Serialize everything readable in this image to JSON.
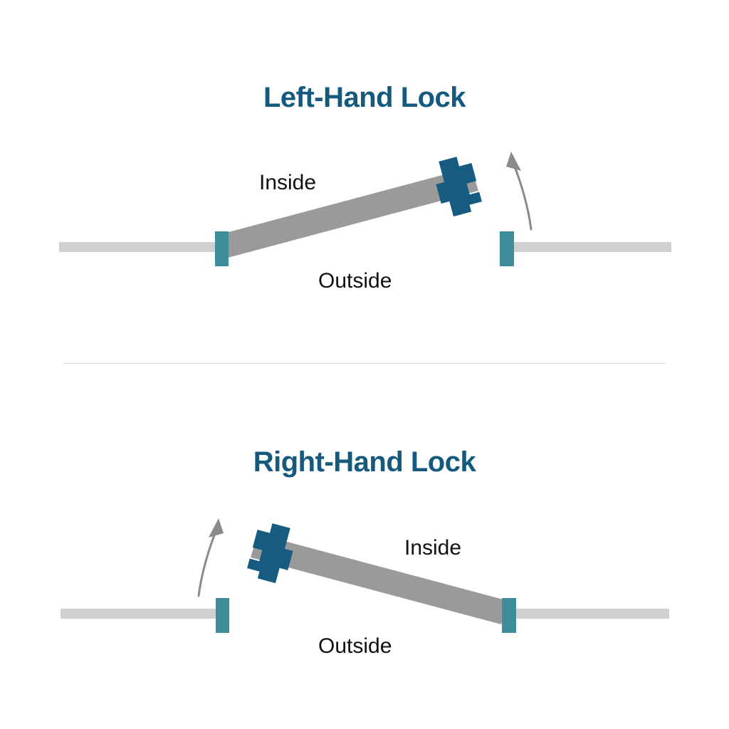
{
  "figure": {
    "kind": "door-handing-diagram",
    "colors": {
      "title": "#15597E",
      "lock_body": "#155C80",
      "door_slab": "#9A9A9A",
      "wall": "#D0D0D0",
      "jamb_post": "#3C8C9C",
      "arrow": "#8A8A8A",
      "label_text": "#111111",
      "divider": "#D5D5D5",
      "background": "#FFFFFF"
    },
    "divider_label": "section-divider"
  },
  "panels": [
    {
      "id": "left-hand-lock",
      "title": "Left-Hand Lock",
      "labels": {
        "inside": "Inside",
        "outside": "Outside"
      },
      "icons": {
        "lock": "lock-body-icon",
        "door": "door-slab-icon",
        "wall_left": "wall-segment-left-icon",
        "wall_right": "wall-segment-right-icon",
        "post_hinge": "hinge-post-icon",
        "post_strike": "strike-post-icon",
        "swing": "swing-direction-arrow-icon"
      },
      "hinge_side": "left",
      "swing_direction": "toward-inside-upward",
      "inside_position": "above-door",
      "outside_position": "below-door"
    },
    {
      "id": "right-hand-lock",
      "title": "Right-Hand Lock",
      "labels": {
        "inside": "Inside",
        "outside": "Outside"
      },
      "icons": {
        "lock": "lock-body-icon",
        "door": "door-slab-icon",
        "wall_left": "wall-segment-left-icon",
        "wall_right": "wall-segment-right-icon",
        "post_hinge": "hinge-post-icon",
        "post_strike": "strike-post-icon",
        "swing": "swing-direction-arrow-icon"
      },
      "hinge_side": "right",
      "swing_direction": "toward-inside-upward",
      "inside_position": "above-door",
      "outside_position": "below-door"
    }
  ]
}
